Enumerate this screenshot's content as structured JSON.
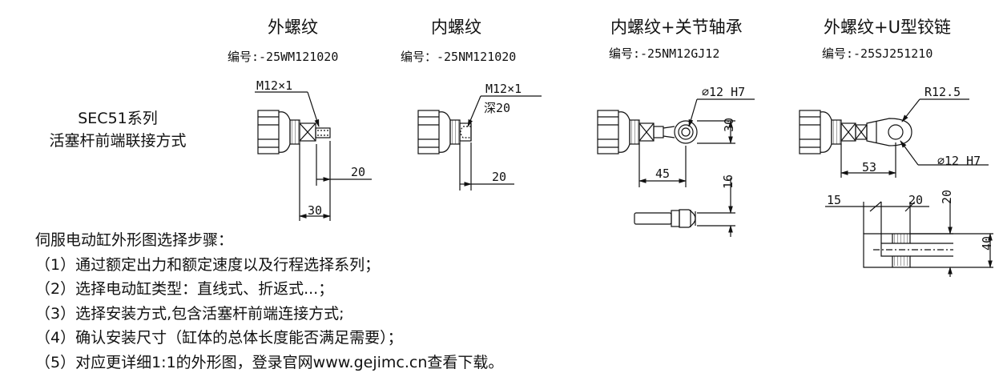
{
  "series_label": {
    "line1": "SEC51系列",
    "line2": "活塞杆前端联接方式"
  },
  "options": [
    {
      "title": "外螺纹",
      "code": "编号:-25WM121020",
      "dims": [
        "M12×1",
        "20",
        "30"
      ]
    },
    {
      "title": "内螺纹",
      "code": "编号：-25NM121020",
      "dims": [
        "M12×1",
        "深20",
        "20"
      ]
    },
    {
      "title": "内螺纹+关节轴承",
      "code": "编号:-25NM12GJ12",
      "dims": [
        "⌀12 H7",
        "30",
        "45",
        "16"
      ]
    },
    {
      "title": "外螺纹+U型铰链",
      "code": "编号:-25SJ251210",
      "dims": [
        "R12.5",
        "⌀12 H7",
        "53",
        "15",
        "20",
        "20",
        "40"
      ]
    }
  ],
  "steps": {
    "heading": "伺服电动缸外形图选择步骤：",
    "items": [
      "（1）通过额定出力和额定速度以及行程选择系列；",
      "（2）选择电动缸类型：直线式、折返式...；",
      "（3）选择安装方式,包含活塞杆前端连接方式;",
      "（4）确认安装尺寸（缸体的总体长度能否满足需要）；",
      "（5）对应更详细1:1的外形图，登录官网www.gejimc.cn查看下载。"
    ]
  }
}
